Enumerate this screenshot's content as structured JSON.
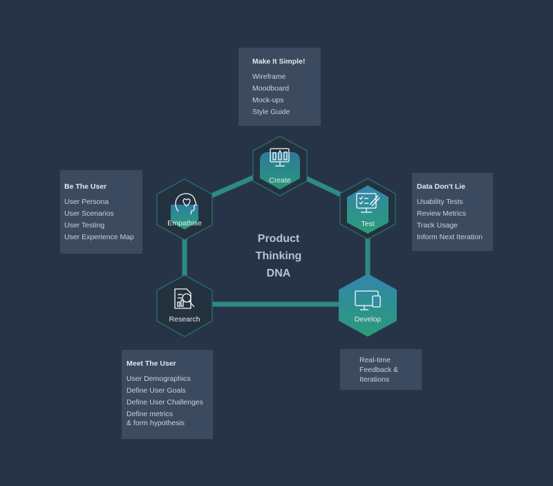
{
  "center_title": [
    "Product",
    "Thinking",
    "DNA"
  ],
  "nodes": {
    "create": {
      "label": "Create",
      "icon": "monitor-design-tools-icon"
    },
    "test": {
      "label": "Test",
      "icon": "checklist-pen-icon"
    },
    "develop": {
      "label": "Develop",
      "icon": "devices-icon"
    },
    "research": {
      "label": "Research",
      "icon": "document-magnifier-icon"
    },
    "empathise": {
      "label": "Empathise",
      "icon": "head-heart-icon"
    }
  },
  "boxes": {
    "create": {
      "title": "Make It Simple!",
      "items": [
        "Wireframe",
        "Moodboard",
        "Mock-ups",
        "Style Guide"
      ]
    },
    "test": {
      "title": "Data Don't Lie",
      "items": [
        "Usability Tests",
        "Review Metrics",
        "Track Usage",
        "Inform Next Iteration"
      ]
    },
    "develop": {
      "title": "",
      "items": [
        "Real-time\nFeedback &\nIterations"
      ]
    },
    "research": {
      "title": "Meet The User",
      "items": [
        "User Demographics",
        "Define User Goals",
        "Define User Challenges",
        "Define metrics\n& form hypothesis"
      ]
    },
    "empathise": {
      "title": "Be The User",
      "items": [
        "User Persona",
        "User Scenarios",
        "User Testing",
        "User Experience Map"
      ]
    }
  },
  "colors": {
    "background": "#273447",
    "box": "#3b4a5f",
    "connector": "#2e8a84",
    "hex_gradient_top": "#2f86a6",
    "hex_gradient_bottom": "#2a9a78",
    "hex_outline": "#2b6f6c"
  }
}
